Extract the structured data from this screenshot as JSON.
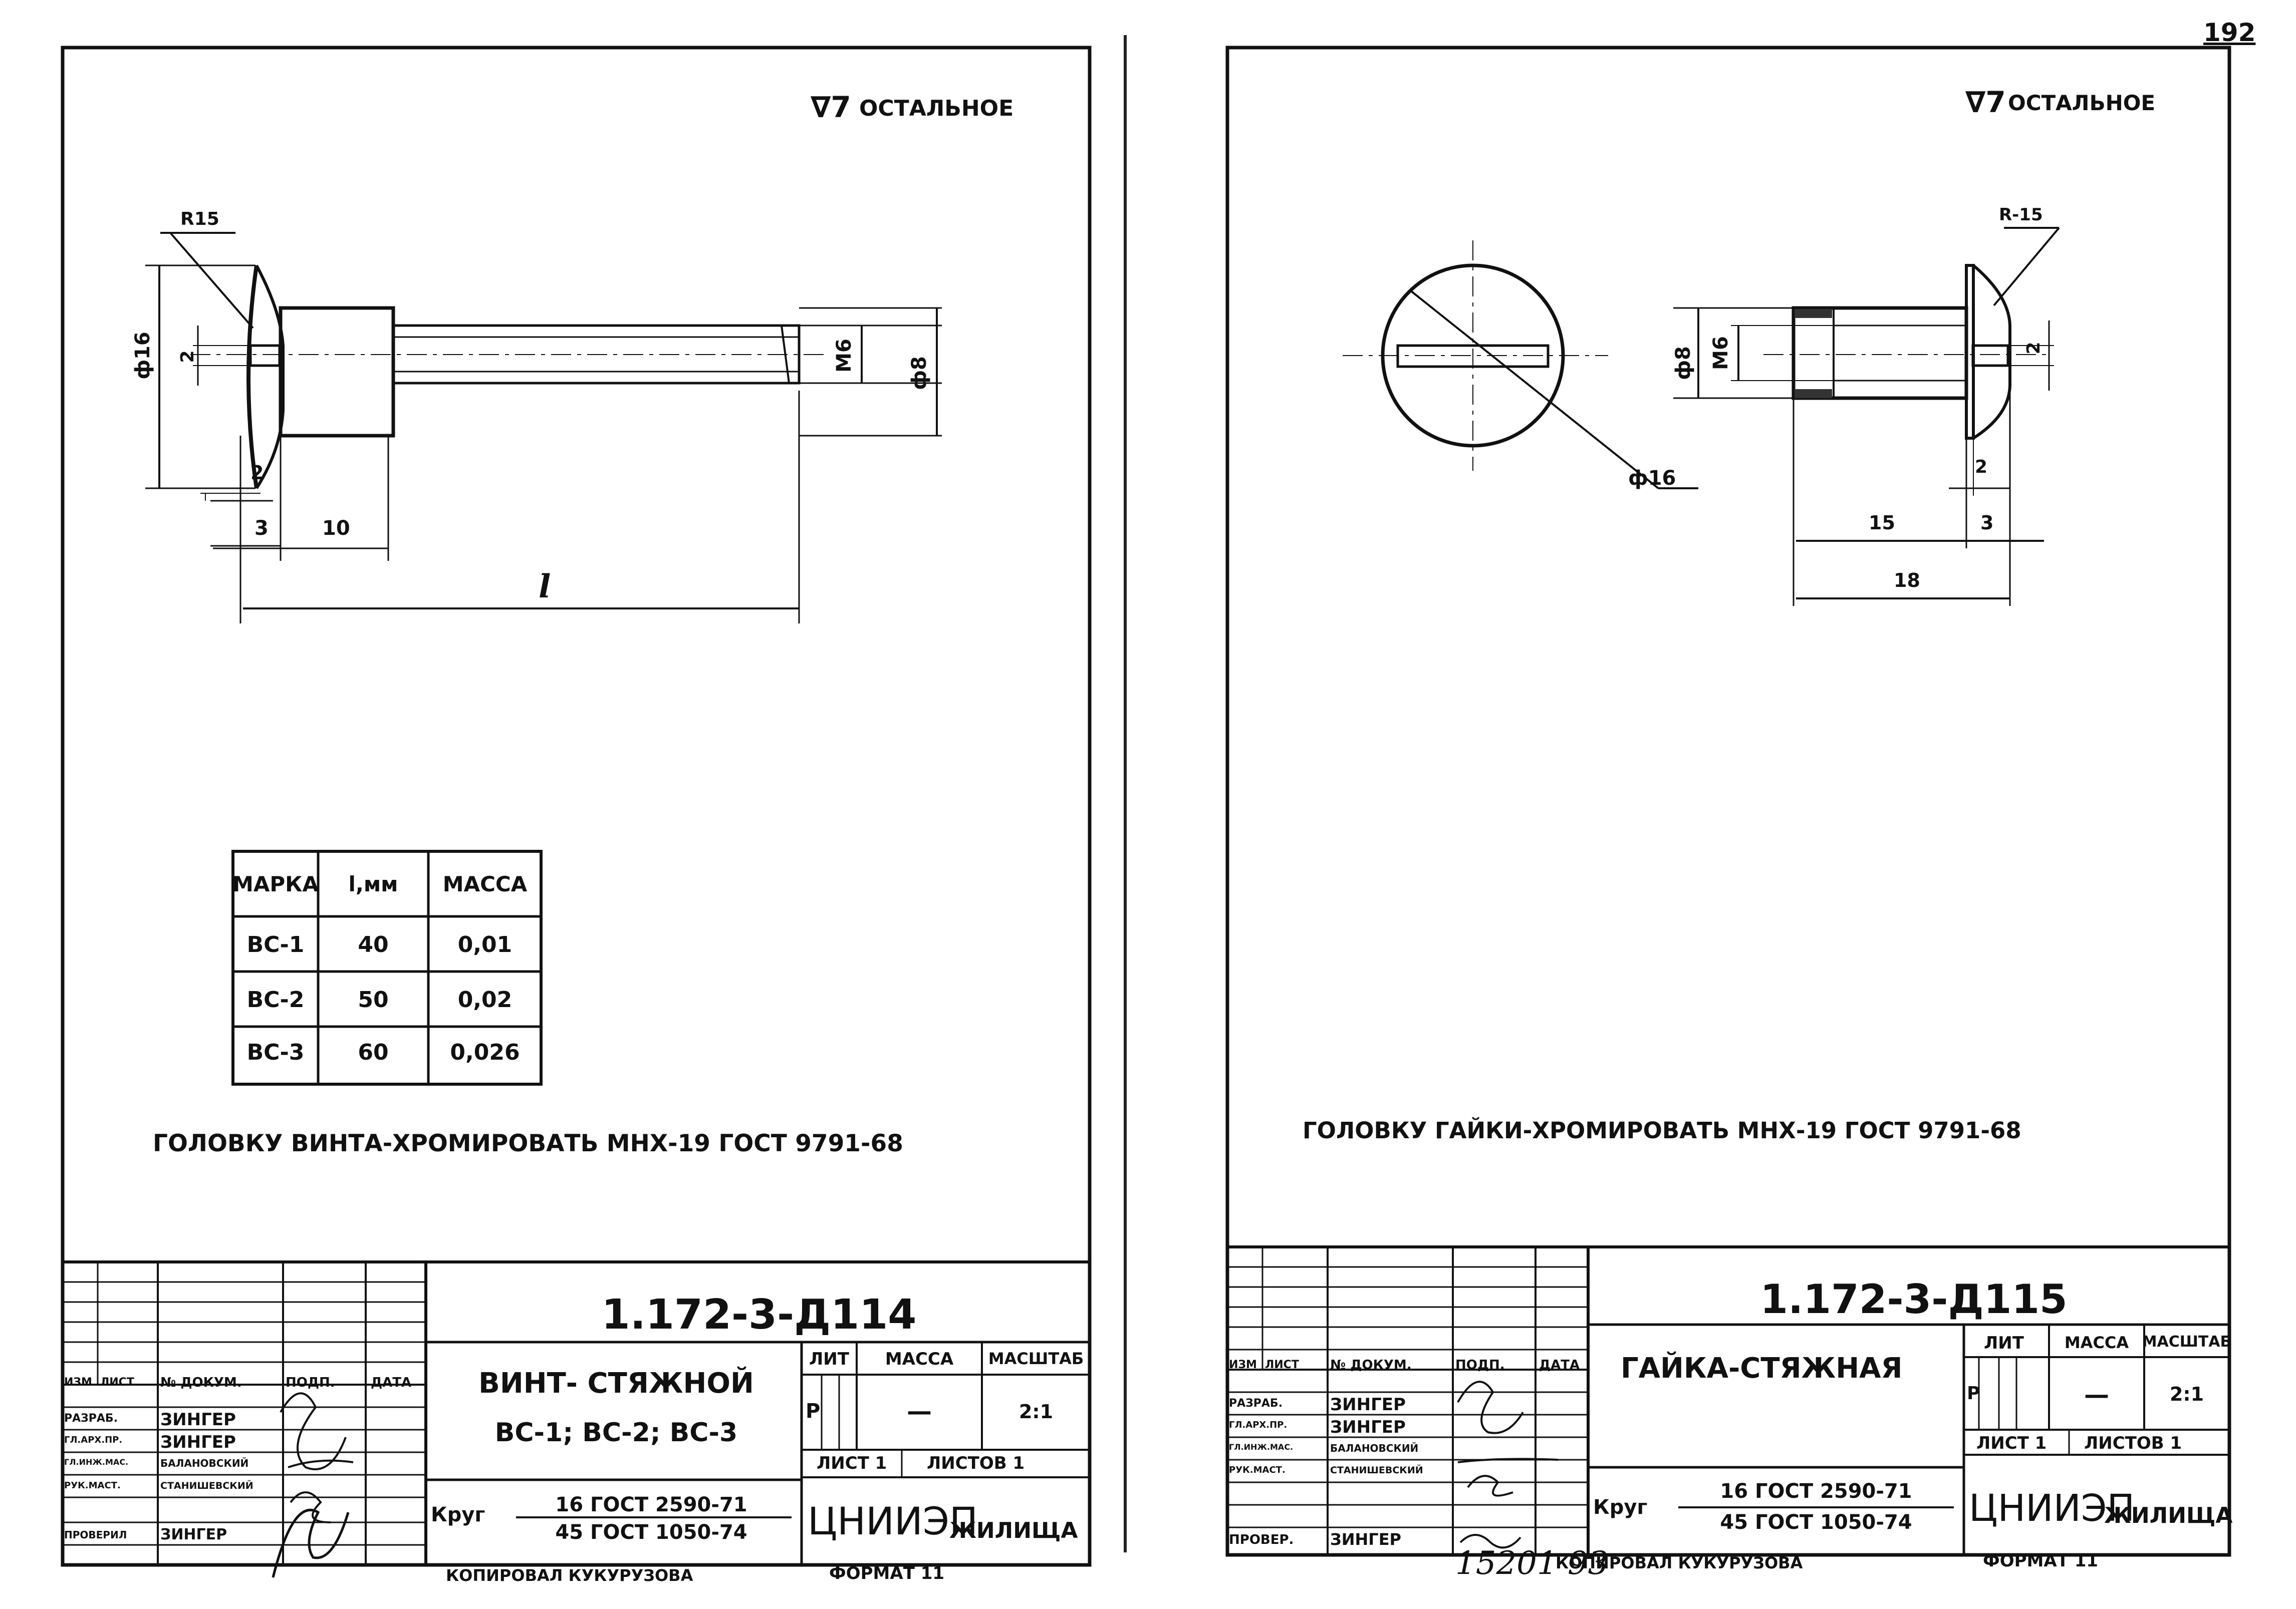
{
  "page_number": "192",
  "separator_stamp": "15201 93",
  "left_sheet": {
    "surface_note_sym": "∇7",
    "surface_note_text": "ОСТАЛЬНОЕ",
    "dims": {
      "radius": "R15",
      "head_dia": "ф16",
      "slot": "2",
      "thread": "M6",
      "shank_dia": "ф8",
      "head_bottom": "2",
      "head_len": "3",
      "collar_len": "10",
      "length": "l"
    },
    "table": {
      "headers": [
        "МАРКА",
        "l,мм",
        "МАССА"
      ],
      "rows": [
        [
          "ВС-1",
          "40",
          "0,01"
        ],
        [
          "ВС-2",
          "50",
          "0,02"
        ],
        [
          "ВС-3",
          "60",
          "0,026"
        ]
      ]
    },
    "note": "ГОЛОВКУ ВИНТА-ХРОМИРОВАТЬ МНХ-19 ГОСТ 9791-68",
    "title_block": {
      "doc_number": "1.172-3-Д114",
      "name_line1": "ВИНТ- СТЯЖНОЙ",
      "name_line2": "ВС-1; ВС-2; ВС-3",
      "col_headers": [
        "ИЗМ",
        "ЛИСТ",
        "№ ДОКУМ.",
        "ПОДП.",
        "ДАТА"
      ],
      "roles": [
        "РАЗРАБ.",
        "ГЛ.АРХ.ПР.",
        "ГЛ.ИНЖ.МАС.",
        "РУК.МАСТ.",
        "ПРОВЕРИЛ"
      ],
      "names": [
        "ЗИНГЕР",
        "ЗИНГЕР",
        "БАЛАНОВСКИЙ",
        "СТАНИШЕВСКИЙ",
        "ЗИНГЕР"
      ],
      "lit_label": "ЛИТ",
      "mass_label": "МАССА",
      "scale_label": "МАСШТАБ",
      "lit_value": "Р",
      "mass_value": "—",
      "scale_value": "2:1",
      "sheet_label": "ЛИСТ 1",
      "sheets_label": "ЛИСТОВ 1",
      "material_prefix": "Круг",
      "material_top": "16 ГОСТ 2590-71",
      "material_bottom": "45 ГОСТ 1050-74",
      "org_main": "ЦНИИЭП",
      "org_sub": "ЖИЛИЩА",
      "copied": "КОПИРОВАЛ КУКУРУЗОВА",
      "format": "ФОРМАТ 11"
    }
  },
  "right_sheet": {
    "surface_note_sym": "∇7",
    "surface_note_text": "ОСТАЛЬНОЕ",
    "dims": {
      "radius": "R-15",
      "face_dia": "ф16",
      "outer_dia": "ф8",
      "thread": "M6",
      "slot": "2",
      "flange": "2",
      "body_len": "15",
      "head_len": "3",
      "total_len": "18"
    },
    "note": "ГОЛОВКУ ГАЙКИ-ХРОМИРОВАТЬ МНХ-19 ГОСТ 9791-68",
    "title_block": {
      "doc_number": "1.172-3-Д115",
      "name_line1": "ГАЙКА-СТЯЖНАЯ",
      "col_headers": [
        "ИЗМ",
        "ЛИСТ",
        "№ ДОКУМ.",
        "ПОДП.",
        "ДАТА"
      ],
      "roles": [
        "РАЗРАБ.",
        "ГЛ.АРХ.ПР.",
        "ГЛ.ИНЖ.МАС.",
        "РУК.МАСТ.",
        "ПРОВЕР."
      ],
      "names": [
        "ЗИНГЕР",
        "ЗИНГЕР",
        "БАЛАНОВСКИЙ",
        "СТАНИШЕВСКИЙ",
        "ЗИНГЕР"
      ],
      "lit_label": "ЛИТ",
      "mass_label": "МАССА",
      "scale_label": "МАСШТАБ",
      "lit_value": "Р",
      "mass_value": "—",
      "scale_value": "2:1",
      "sheet_label": "ЛИСТ 1",
      "sheets_label": "ЛИСТОВ 1",
      "material_prefix": "Круг",
      "material_top": "16 ГОСТ 2590-71",
      "material_bottom": "45 ГОСТ 1050-74",
      "org_main": "ЦНИИЭП",
      "org_sub": "ЖИЛИЩА",
      "copied": "КОПИРОВАЛ КУКУРУЗОВА",
      "format": "ФОРМАТ 11"
    }
  }
}
